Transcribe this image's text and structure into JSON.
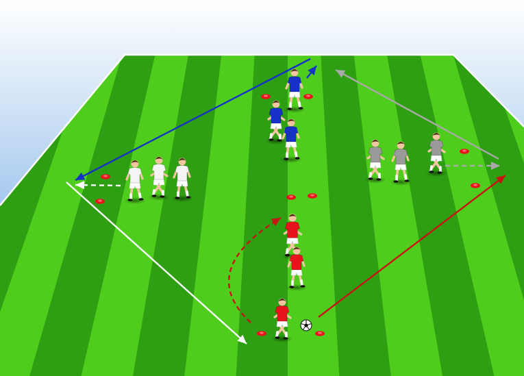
{
  "diagram": {
    "kind": "soccer-passing-drill",
    "colors": {
      "sky_top": "#ffffff",
      "sky_bottom": "#5b9be0",
      "grass_dark": "#2e9e12",
      "grass_light": "#4fcd1c",
      "boundary": "#ffffff",
      "cone": "#e8131c",
      "team_red": "#e8131c",
      "team_blue": "#1630c8",
      "team_white": "#f4f4f4",
      "team_grey": "#9a9a9a",
      "arrow_blue": "#1432c8",
      "arrow_grey": "#a9a9a9",
      "arrow_white": "#ffffff",
      "arrow_red": "#c81414"
    },
    "groups": [
      {
        "name": "red-group",
        "kit": "team_red",
        "players": 3
      },
      {
        "name": "blue-group",
        "kit": "team_blue",
        "players": 3
      },
      {
        "name": "white-group",
        "kit": "team_white",
        "players": 3
      },
      {
        "name": "grey-group",
        "kit": "team_grey",
        "players": 3
      }
    ],
    "ball": {
      "icon": "soccer-ball-icon"
    },
    "cone_count": 10,
    "arrows": [
      {
        "name": "red-pass-arrow",
        "color": "arrow_red",
        "style": "solid"
      },
      {
        "name": "red-run-arrow",
        "color": "arrow_red",
        "style": "dashed"
      },
      {
        "name": "grey-pass-arrow",
        "color": "arrow_grey",
        "style": "solid"
      },
      {
        "name": "grey-run-arrow",
        "color": "arrow_grey",
        "style": "dashed"
      },
      {
        "name": "blue-pass-arrow",
        "color": "arrow_blue",
        "style": "solid"
      },
      {
        "name": "blue-run-arrow",
        "color": "arrow_blue",
        "style": "solid"
      },
      {
        "name": "white-pass-arrow",
        "color": "arrow_white",
        "style": "solid"
      },
      {
        "name": "white-run-arrow",
        "color": "arrow_white",
        "style": "dashed"
      }
    ]
  }
}
